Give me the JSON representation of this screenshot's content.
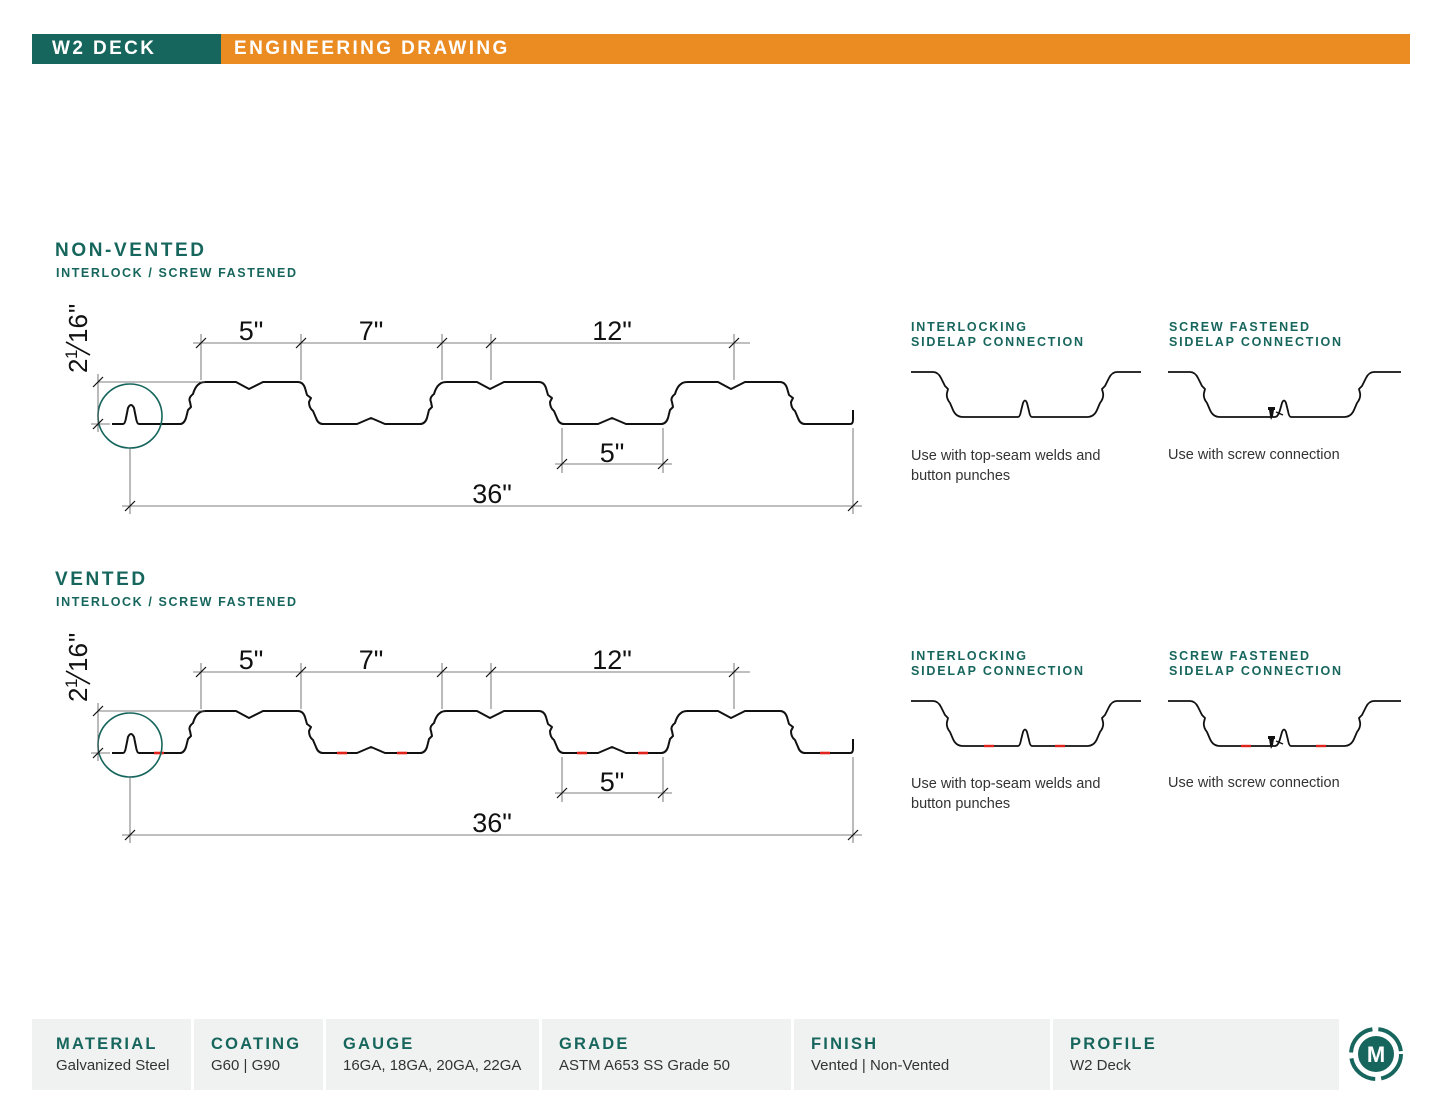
{
  "header": {
    "product": "W2 DECK",
    "doc_type": "ENGINEERING DRAWING",
    "colors": {
      "primary": "#17665d",
      "accent": "#eb8c23",
      "vent_mark": "#e0231b"
    }
  },
  "sections": [
    {
      "title": "NON-VENTED",
      "subtitle": "INTERLOCK / SCREW FASTENED",
      "dimensions": {
        "height_whole": "2",
        "height_num": "1",
        "height_den": "16",
        "height_unit": "\"",
        "top_flange": "5\"",
        "gap": "7\"",
        "pitch": "12\"",
        "bottom_flange": "5\"",
        "overall": "36\""
      },
      "connections": [
        {
          "title_line1": "INTERLOCKING",
          "title_line2": "SIDELAP CONNECTION",
          "note": "Use with top-seam welds and button punches"
        },
        {
          "title_line1": "SCREW FASTENED",
          "title_line2": "SIDELAP CONNECTION",
          "note": "Use with screw connection"
        }
      ]
    },
    {
      "title": "VENTED",
      "subtitle": "INTERLOCK / SCREW FASTENED",
      "dimensions": {
        "height_whole": "2",
        "height_num": "1",
        "height_den": "16",
        "height_unit": "\"",
        "top_flange": "5\"",
        "gap": "7\"",
        "pitch": "12\"",
        "bottom_flange": "5\"",
        "overall": "36\""
      },
      "connections": [
        {
          "title_line1": "INTERLOCKING",
          "title_line2": "SIDELAP CONNECTION",
          "note": "Use with top-seam welds and button punches"
        },
        {
          "title_line1": "SCREW FASTENED",
          "title_line2": "SIDELAP CONNECTION",
          "note": "Use with screw connection"
        }
      ]
    }
  ],
  "specs": [
    {
      "label": "MATERIAL",
      "value": "Galvanized Steel"
    },
    {
      "label": "COATING",
      "value": "G60 | G90"
    },
    {
      "label": "GAUGE",
      "value": "16GA, 18GA, 20GA, 22GA"
    },
    {
      "label": "GRADE",
      "value": "ASTM A653 SS Grade 50"
    },
    {
      "label": "FINISH",
      "value": "Vented | Non-Vented"
    },
    {
      "label": "PROFILE",
      "value": "W2 Deck"
    }
  ],
  "logo": {
    "letter": "M",
    "icon": "company-logo-icon"
  }
}
